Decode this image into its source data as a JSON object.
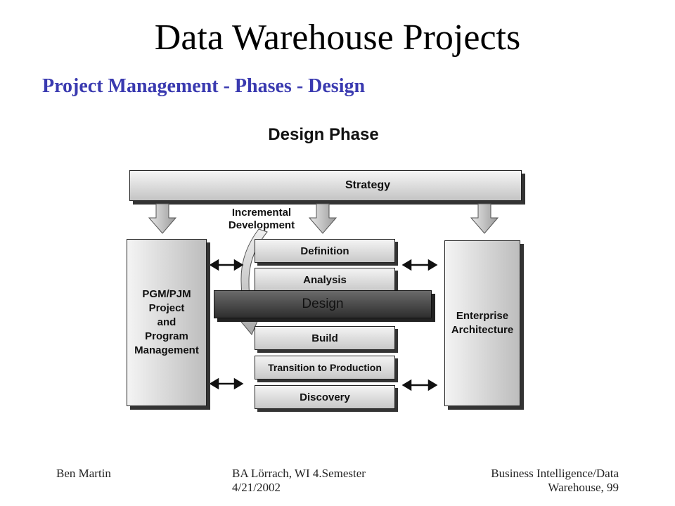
{
  "slide": {
    "title": "Data Warehouse Projects",
    "subtitle": "Project Management - Phases - Design"
  },
  "diagram": {
    "title": "Design Phase",
    "strategy": "Strategy",
    "incremental": [
      "Incremental",
      "Development"
    ],
    "left_box": [
      "PGM/PJM",
      "Project",
      "and",
      "Program",
      "Management"
    ],
    "right_box": [
      "Enterprise",
      "Architecture"
    ],
    "phases": [
      {
        "label": "Definition"
      },
      {
        "label": "Analysis"
      },
      {
        "label": "Design"
      },
      {
        "label": "Build"
      },
      {
        "label": "Transition to Production"
      },
      {
        "label": "Discovery"
      }
    ]
  },
  "footer": {
    "author": "Ben Martin",
    "course": "BA Lörrach, WI 4.Semester",
    "date": "4/21/2002",
    "topic_line1": "Business Intelligence/Data",
    "topic_line2": "Warehouse, 99"
  }
}
